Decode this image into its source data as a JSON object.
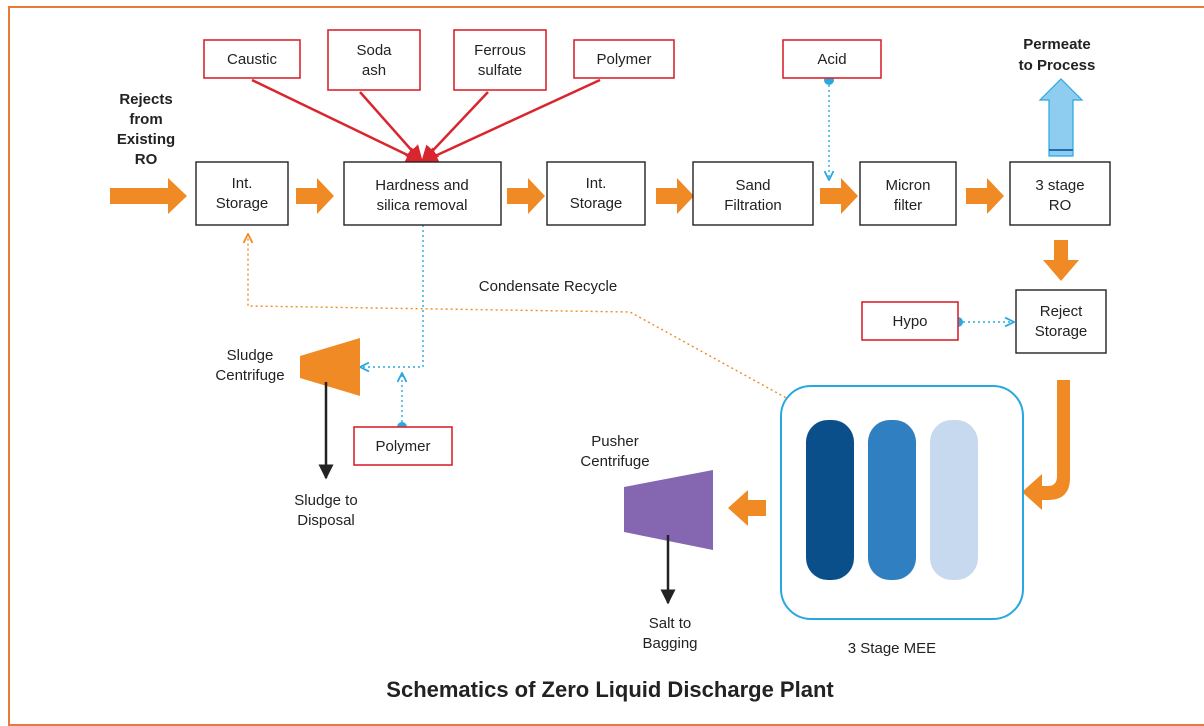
{
  "diagram": {
    "title": "Schematics of Zero Liquid Discharge Plant",
    "inputs": {
      "rejects": [
        "Rejects",
        "from",
        "Existing",
        "RO"
      ],
      "permeate": [
        "Permeate",
        "to Process"
      ]
    },
    "chemicals": {
      "caustic": [
        "Caustic"
      ],
      "soda_ash": [
        "Soda",
        "ash"
      ],
      "ferrous_sulfate": [
        "Ferrous",
        "sulfate"
      ],
      "polymer_top": [
        "Polymer"
      ],
      "acid": [
        "Acid"
      ],
      "hypo": [
        "Hypo"
      ],
      "polymer_bottom": [
        "Polymer"
      ]
    },
    "process_units": {
      "int_storage_1": [
        "Int.",
        "Storage"
      ],
      "hardness_removal": [
        "Hardness and",
        "silica removal"
      ],
      "int_storage_2": [
        "Int.",
        "Storage"
      ],
      "sand_filtration": [
        "Sand",
        "Filtration"
      ],
      "micron_filter": [
        "Micron",
        "filter"
      ],
      "ro_3_stage": [
        "3 stage",
        "RO"
      ],
      "reject_storage": [
        "Reject",
        "Storage"
      ]
    },
    "labels": {
      "condensate_recycle": "Condensate Recycle",
      "sludge_centrifuge": [
        "Sludge",
        "Centrifuge"
      ],
      "sludge_disposal": [
        "Sludge to",
        "Disposal"
      ],
      "pusher_centrifuge": [
        "Pusher",
        "Centrifuge"
      ],
      "salt_bagging": [
        "Salt to",
        "Bagging"
      ],
      "mee": "3 Stage MEE"
    },
    "colors": {
      "flow_arrow": "#f08a24",
      "chemical_border": "#d9262e",
      "dosing_line": "#d9262e",
      "signal_line": "#29a8e0",
      "recycle_line": "#f08a24",
      "frame": "#e77b3f",
      "mee_border": "#29a8e0",
      "mee_stage_1": "#0b4f8a",
      "mee_stage_2": "#2f7fc1",
      "mee_stage_3": "#c7d9ee",
      "sludge_centrifuge": "#f08a24",
      "pusher_centrifuge": "#8467b0",
      "permeate_arrow": "#8ecdf0"
    }
  }
}
